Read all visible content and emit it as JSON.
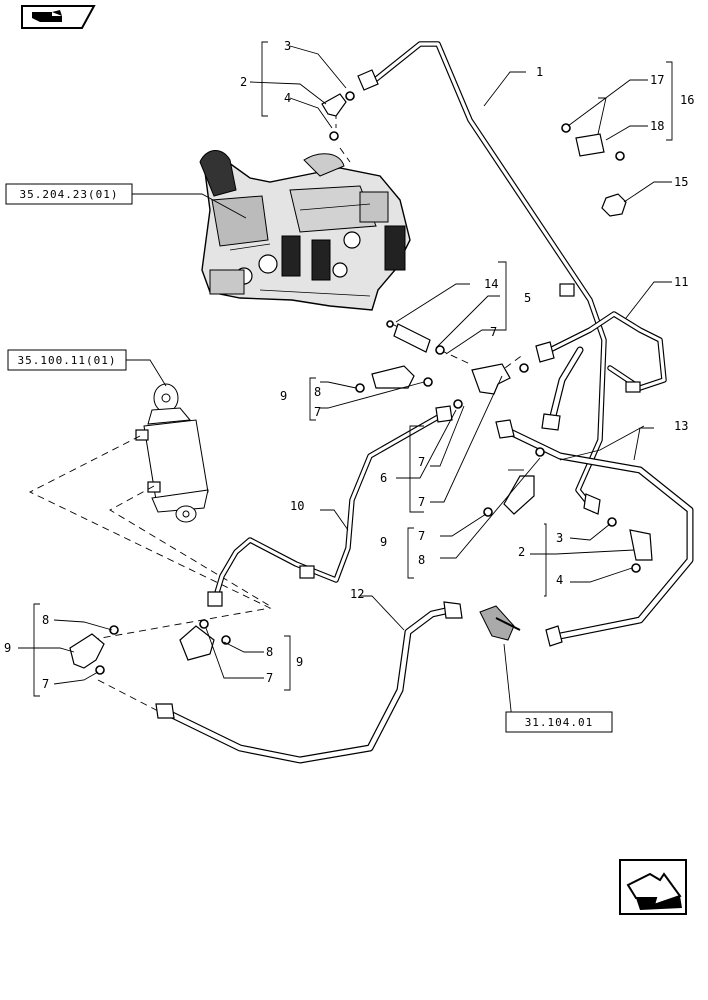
{
  "references": {
    "valve_ref": "35.204.23(01)",
    "cylinder_ref": "35.100.11(01)",
    "coupler_ref": "31.104.01"
  },
  "callouts": {
    "c1": "1",
    "c2a": "2",
    "c3a": "3",
    "c4a": "4",
    "c5": "5",
    "c6": "6",
    "c7a": "7",
    "c7b": "7",
    "c7c": "7",
    "c7d": "7",
    "c7e": "7",
    "c7f": "7",
    "c7g": "7",
    "c8a": "8",
    "c8b": "8",
    "c8c": "8",
    "c8d": "8",
    "c9a": "9",
    "c9b": "9",
    "c9c": "9",
    "c9d": "9",
    "c10": "10",
    "c11": "11",
    "c12": "12",
    "c13": "13",
    "c14": "14",
    "c15": "15",
    "c16": "16",
    "c17": "17",
    "c18": "18",
    "c2b": "2",
    "c3b": "3",
    "c4b": "4"
  },
  "icons": {
    "top_left": "book-icon",
    "bottom_right": "next-page-arrow-icon"
  }
}
